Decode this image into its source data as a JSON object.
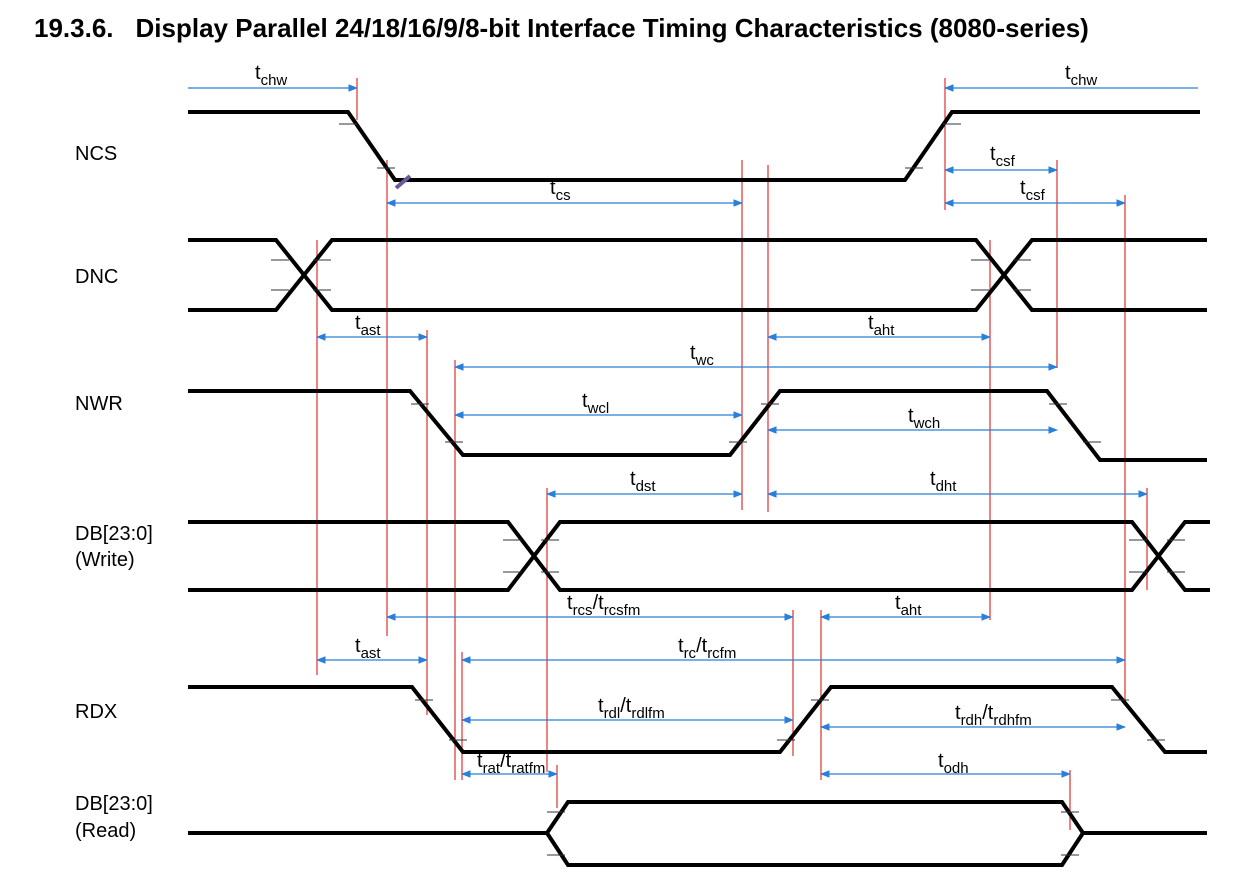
{
  "section": {
    "number": "19.3.6.",
    "title": "Display Parallel 24/18/16/9/8-bit Interface Timing Characteristics (8080-series)"
  },
  "signals": [
    {
      "id": "ncs",
      "lines": [
        "NCS"
      ]
    },
    {
      "id": "dnc",
      "lines": [
        "DNC"
      ]
    },
    {
      "id": "nwr",
      "lines": [
        "NWR"
      ]
    },
    {
      "id": "db-write",
      "lines": [
        "DB[23:0]",
        "(Write)"
      ]
    },
    {
      "id": "rdx",
      "lines": [
        "RDX"
      ]
    },
    {
      "id": "db-read",
      "lines": [
        "DB[23:0]",
        "(Read)"
      ]
    }
  ],
  "timings": [
    {
      "id": "chw-1",
      "parts": [
        [
          "t",
          "chw"
        ]
      ]
    },
    {
      "id": "chw-2",
      "parts": [
        [
          "t",
          "chw"
        ]
      ]
    },
    {
      "id": "csf-1",
      "parts": [
        [
          "t",
          "csf"
        ]
      ]
    },
    {
      "id": "cs",
      "parts": [
        [
          "t",
          "cs"
        ]
      ]
    },
    {
      "id": "csf-2",
      "parts": [
        [
          "t",
          "csf"
        ]
      ]
    },
    {
      "id": "ast-1",
      "parts": [
        [
          "t",
          "ast"
        ]
      ]
    },
    {
      "id": "aht-1",
      "parts": [
        [
          "t",
          "aht"
        ]
      ]
    },
    {
      "id": "wc",
      "parts": [
        [
          "t",
          "wc"
        ]
      ]
    },
    {
      "id": "wcl",
      "parts": [
        [
          "t",
          "wcl"
        ]
      ]
    },
    {
      "id": "wch",
      "parts": [
        [
          "t",
          "wch"
        ]
      ]
    },
    {
      "id": "dst",
      "parts": [
        [
          "t",
          "dst"
        ]
      ]
    },
    {
      "id": "dht",
      "parts": [
        [
          "t",
          "dht"
        ]
      ]
    },
    {
      "id": "rcs",
      "parts": [
        [
          "t",
          "rcs"
        ],
        [
          "/t",
          "rcsfm"
        ]
      ]
    },
    {
      "id": "aht-2",
      "parts": [
        [
          "t",
          "aht"
        ]
      ]
    },
    {
      "id": "ast-2",
      "parts": [
        [
          "t",
          "ast"
        ]
      ]
    },
    {
      "id": "rc",
      "parts": [
        [
          "t",
          "rc"
        ],
        [
          "/t",
          "rcfm"
        ]
      ]
    },
    {
      "id": "rdl",
      "parts": [
        [
          "t",
          "rdl"
        ],
        [
          "/t",
          "rdlfm"
        ]
      ]
    },
    {
      "id": "rdh",
      "parts": [
        [
          "t",
          "rdh"
        ],
        [
          "/t",
          "rdhfm"
        ]
      ]
    },
    {
      "id": "rat",
      "parts": [
        [
          "t",
          "rat"
        ],
        [
          "/t",
          "ratfm"
        ]
      ]
    },
    {
      "id": "odh",
      "parts": [
        [
          "t",
          "odh"
        ]
      ]
    }
  ],
  "colors": {
    "trace": "#000000",
    "reference_line": "#e03030",
    "dimension_arrow": "#2a7fd8"
  }
}
